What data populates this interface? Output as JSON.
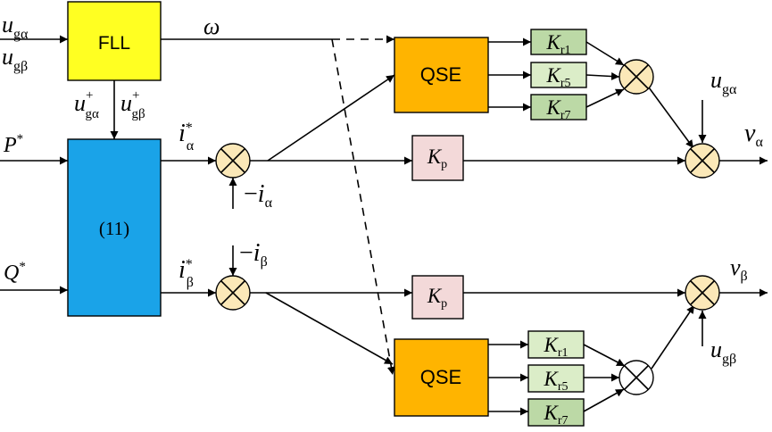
{
  "colors": {
    "fll": "#ffff22",
    "calc": "#1aa3e8",
    "qse": "#ffb400",
    "kr": "#dbedc8",
    "kr_top": "#bcd9a6",
    "kp": "#f3d9d9",
    "sum": "#fbe8b8"
  },
  "blocks": {
    "fll": "FLL",
    "calc": "(11)",
    "qse_top": "QSE",
    "qse_bottom": "QSE"
  },
  "inputs": {
    "u_g_alpha": {
      "base": "u",
      "sub": "gα"
    },
    "u_g_beta": {
      "base": "u",
      "sub": "gβ"
    },
    "p_ref": {
      "base": "P",
      "sup": "*"
    },
    "q_ref": {
      "base": "Q",
      "sup": "*"
    }
  },
  "signals": {
    "omega": "ω",
    "u_plus_alpha": {
      "base": "u",
      "sub": "gα",
      "sup": "+"
    },
    "u_plus_beta": {
      "base": "u",
      "sub": "gβ",
      "sup": "+"
    },
    "i_alpha_ref": {
      "base": "i",
      "sub": "α",
      "sup": "*"
    },
    "i_beta_ref": {
      "base": "i",
      "sub": "β",
      "sup": "*"
    },
    "neg_i_alpha": {
      "prefix": "−",
      "base": "i",
      "sub": "α"
    },
    "neg_i_beta": {
      "prefix": "−",
      "base": "i",
      "sub": "β"
    },
    "u_g_alpha_ff": {
      "base": "u",
      "sub": "gα"
    },
    "u_g_beta_ff": {
      "base": "u",
      "sub": "gβ"
    }
  },
  "gains": {
    "kr1": {
      "base": "K",
      "sub": "r1"
    },
    "kr5": {
      "base": "K",
      "sub": "r5"
    },
    "kr7": {
      "base": "K",
      "sub": "r7"
    },
    "kp": {
      "base": "K",
      "sub": "p"
    }
  },
  "outputs": {
    "v_alpha": {
      "base": "v",
      "sub": "α"
    },
    "v_beta": {
      "base": "v",
      "sub": "β"
    }
  }
}
